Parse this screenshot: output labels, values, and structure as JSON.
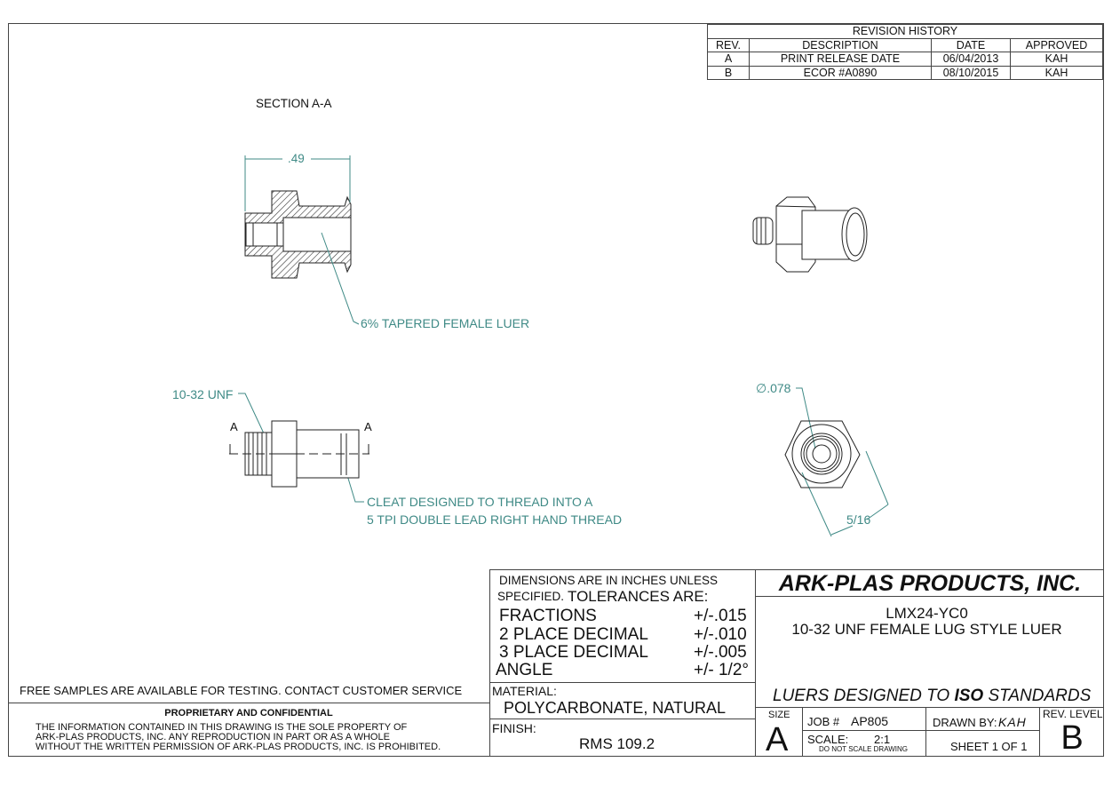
{
  "revision_history": {
    "title": "REVISION HISTORY",
    "headers": [
      "REV.",
      "DESCRIPTION",
      "DATE",
      "APPROVED"
    ],
    "rows": [
      [
        "A",
        "PRINT RELEASE DATE",
        "06/04/2013",
        "KAH"
      ],
      [
        "B",
        "ECOR #A0890",
        "08/10/2015",
        "KAH"
      ]
    ]
  },
  "views": {
    "section_label": "SECTION A-A",
    "dim_length": ".49",
    "taper_note": "6% TAPERED FEMALE LUER",
    "thread_note": "10-32 UNF",
    "section_marker": "A",
    "cleat_note_1": "CLEAT DESIGNED TO THREAD INTO A",
    "cleat_note_2": "5 TPI DOUBLE LEAD RIGHT HAND THREAD",
    "diameter_dim": "∅.078",
    "hex_dim": "5/16"
  },
  "notes": {
    "free_samples": "FREE SAMPLES ARE AVAILABLE FOR TESTING.  CONTACT CUSTOMER SERVICE",
    "proprietary_title": "PROPRIETARY AND CONFIDENTIAL",
    "proprietary_lines": [
      "THE INFORMATION CONTAINED IN THIS DRAWING IS THE SOLE PROPERTY OF",
      "ARK-PLAS PRODUCTS, INC. ANY REPRODUCTION IN PART OR AS A WHOLE",
      "WITHOUT THE WRITTEN PERMISSION OF ARK-PLAS PRODUCTS, INC. IS PROHIBITED."
    ]
  },
  "tolerances": {
    "header_1": "DIMENSIONS ARE IN INCHES UNLESS",
    "header_2a": "SPECIFIED.",
    "header_2b": "TOLERANCES ARE:",
    "rows": [
      {
        "label": "FRACTIONS",
        "value": "+/-.015"
      },
      {
        "label": "2 PLACE DECIMAL",
        "value": "+/-.010"
      },
      {
        "label": "3 PLACE DECIMAL",
        "value": "+/-.005"
      },
      {
        "label": "ANGLE",
        "value": "+/- 1/2°"
      }
    ]
  },
  "material": {
    "label": "MATERIAL:",
    "value": "POLYCARBONATE, NATURAL"
  },
  "finish": {
    "label": "FINISH:",
    "value": "RMS 109.2"
  },
  "title_block": {
    "company": "ARK-PLAS PRODUCTS, INC.",
    "part_number": "LMX24-YC0",
    "part_description": "10-32 UNF FEMALE LUG STYLE LUER",
    "standards_a": "LUERS DESIGNED TO ",
    "standards_b": "ISO",
    "standards_c": " STANDARDS",
    "size_label": "SIZE",
    "size": "A",
    "job_label": "JOB #",
    "job": "AP805",
    "drawn_by_label": "DRAWN BY:",
    "drawn_by": "KAH",
    "scale_label": "SCALE:",
    "scale": "2:1",
    "scale_note": "DO NOT SCALE DRAWING",
    "sheet": "SHEET  1 OF 1",
    "rev_level_label": "REV. LEVEL",
    "rev_level": "B"
  }
}
